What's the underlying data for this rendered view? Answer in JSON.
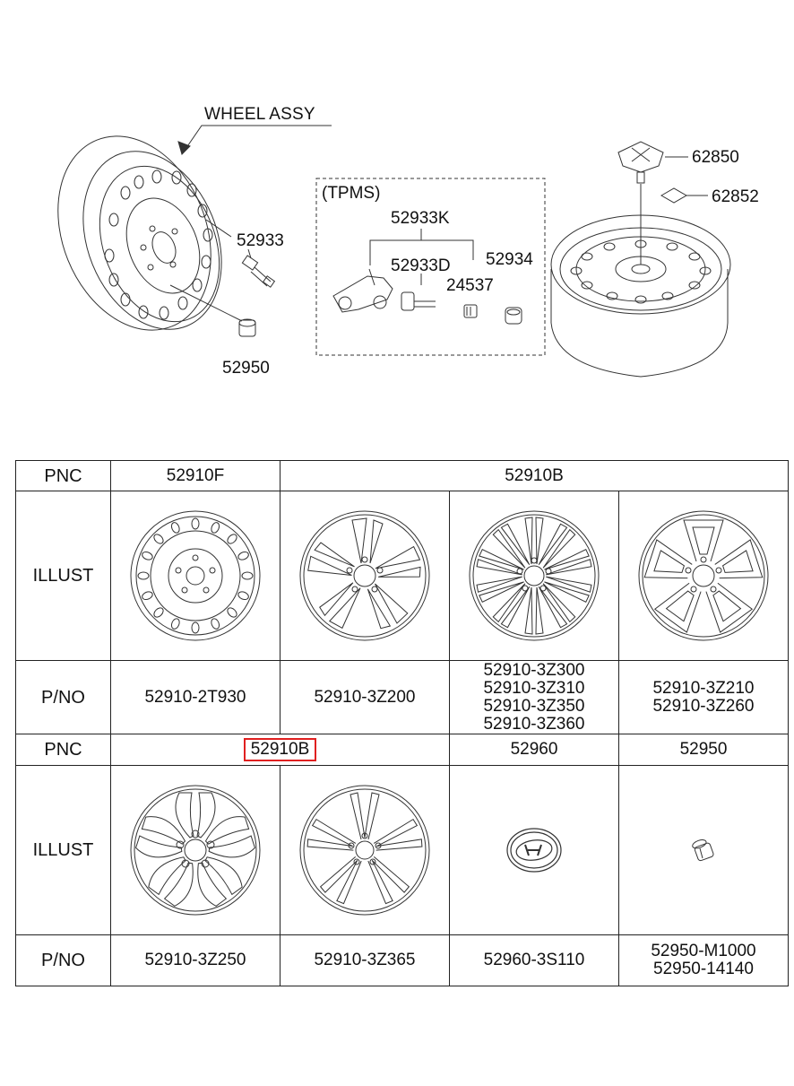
{
  "diagram": {
    "title": "WHEEL ASSY",
    "tpms_label": "(TPMS)",
    "callouts": {
      "p52933": "52933",
      "p52950": "52950",
      "p52933K": "52933K",
      "p52933D": "52933D",
      "p24537": "24537",
      "p52934": "52934",
      "p62850": "62850",
      "p62852": "62852"
    }
  },
  "table": {
    "row1": {
      "label": "PNC",
      "c1": "52910F",
      "c2": "52910B"
    },
    "row2": {
      "label": "ILLUST"
    },
    "row3": {
      "label": "P/NO",
      "c1": "52910-2T930",
      "c2": "52910-3Z200",
      "c3": [
        "52910-3Z300",
        "52910-3Z310",
        "52910-3Z350",
        "52910-3Z360"
      ],
      "c4": [
        "52910-3Z210",
        "52910-3Z260"
      ]
    },
    "row4": {
      "label": "PNC",
      "c1": "52910B",
      "c3": "52960",
      "c4": "52950"
    },
    "row5": {
      "label": "ILLUST"
    },
    "row6": {
      "label": "P/NO",
      "c1": "52910-3Z250",
      "c2": "52910-3Z365",
      "c3": "52960-3S110",
      "c4": [
        "52950-M1000",
        "52950-14140"
      ]
    }
  },
  "colors": {
    "highlight": "#e02020",
    "line": "#222222"
  }
}
